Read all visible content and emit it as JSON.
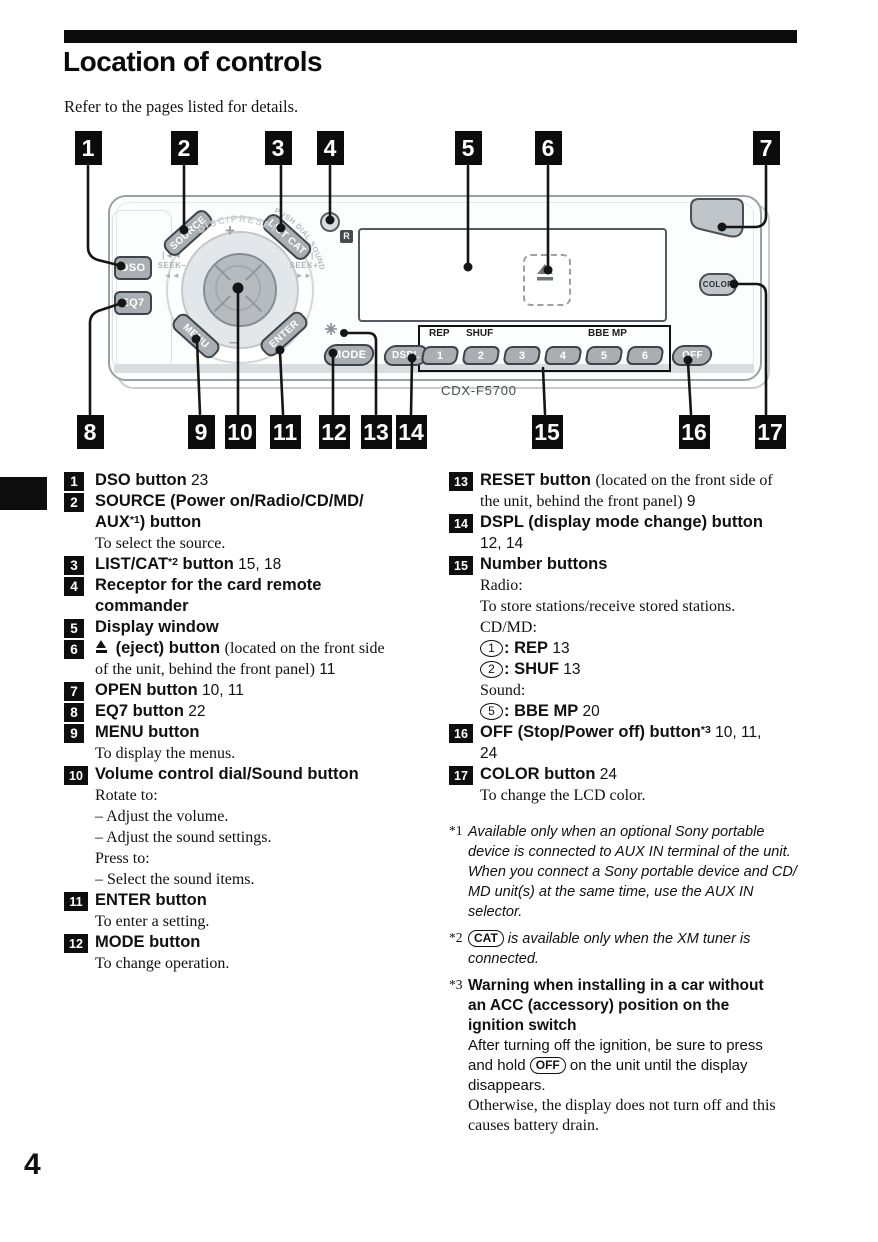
{
  "header": {
    "title": "Location of controls",
    "intro": "Refer to the pages listed for details."
  },
  "device": {
    "model": "CDX-F5700",
    "buttons": {
      "dso": "DSO",
      "eq7": "EQ7",
      "source": "SOURCE",
      "list_cat": "LIST CAT",
      "menu": "MENU",
      "enter": "ENTER",
      "mode": "MODE",
      "dspl": "DSPL",
      "off": "OFF",
      "open": "OPEN",
      "color": "COLOR"
    },
    "dial": {
      "plus": "+",
      "minus": "–",
      "arc_top": "DISC/PRESET",
      "arc_right": "PUSH  DIAL  SOUND",
      "seek_left_top": "|◄◄",
      "seek_left": "SEEK–",
      "seek_left_bottom": "◄◄",
      "seek_right_top": "►►|",
      "seek_right": "SEEK+",
      "seek_right_bottom": "►►"
    },
    "number_buttons": [
      "1",
      "2",
      "3",
      "4",
      "5",
      "6"
    ],
    "number_labels": {
      "rep": "REP",
      "shuf": "SHUF",
      "bbe": "BBE MP"
    },
    "remote_symbol": "R"
  },
  "callouts": {
    "top": [
      "1",
      "2",
      "3",
      "4",
      "5",
      "6",
      "7"
    ],
    "bottom": [
      "8",
      "9",
      "10",
      "11",
      "12",
      "13",
      "14",
      "15",
      "16",
      "17"
    ]
  },
  "items_left": [
    {
      "num": "1",
      "rows": [
        [
          [
            "b",
            "DSO button"
          ],
          [
            "n",
            "  23"
          ]
        ]
      ]
    },
    {
      "num": "2",
      "rows": [
        [
          [
            "b",
            "SOURCE (Power on/Radio/CD/MD/"
          ]
        ],
        [
          [
            "b",
            "AUX"
          ],
          [
            "sup",
            "*1"
          ],
          [
            "b",
            ") button"
          ]
        ],
        [
          [
            "s",
            "To select the source."
          ]
        ]
      ]
    },
    {
      "num": "3",
      "rows": [
        [
          [
            "b",
            "LIST/CAT"
          ],
          [
            "sup",
            "*2"
          ],
          [
            "b",
            " button"
          ],
          [
            "n",
            "  15, 18"
          ]
        ]
      ]
    },
    {
      "num": "4",
      "rows": [
        [
          [
            "b",
            "Receptor for the card remote"
          ]
        ],
        [
          [
            "b",
            "commander"
          ]
        ]
      ]
    },
    {
      "num": "5",
      "rows": [
        [
          [
            "b",
            "Display window"
          ]
        ]
      ]
    },
    {
      "num": "6",
      "rows": [
        [
          [
            "ej",
            ""
          ],
          [
            "b",
            " (eject) button "
          ],
          [
            "s",
            "(located on the front side"
          ]
        ],
        [
          [
            "s",
            "of the unit, behind the front panel)"
          ],
          [
            "n",
            "  11"
          ]
        ]
      ]
    },
    {
      "num": "7",
      "rows": [
        [
          [
            "b",
            "OPEN button"
          ],
          [
            "n",
            "  10, 11"
          ]
        ]
      ]
    },
    {
      "num": "8",
      "rows": [
        [
          [
            "b",
            "EQ7 button"
          ],
          [
            "n",
            "  22"
          ]
        ]
      ]
    },
    {
      "num": "9",
      "rows": [
        [
          [
            "b",
            "MENU button"
          ]
        ],
        [
          [
            "s",
            "To display the menus."
          ]
        ]
      ]
    },
    {
      "num": "10",
      "rows": [
        [
          [
            "b",
            "Volume control dial/Sound button"
          ]
        ],
        [
          [
            "s",
            "Rotate to:"
          ]
        ],
        [
          [
            "s",
            "– Adjust the volume."
          ]
        ],
        [
          [
            "s",
            "– Adjust the sound settings."
          ]
        ],
        [
          [
            "s",
            "Press to:"
          ]
        ],
        [
          [
            "s",
            "– Select the sound items."
          ]
        ]
      ]
    },
    {
      "num": "11",
      "rows": [
        [
          [
            "b",
            "ENTER button"
          ]
        ],
        [
          [
            "s",
            "To enter a setting."
          ]
        ]
      ]
    },
    {
      "num": "12",
      "rows": [
        [
          [
            "b",
            "MODE button"
          ]
        ],
        [
          [
            "s",
            "To change operation."
          ]
        ]
      ]
    }
  ],
  "items_right": [
    {
      "num": "13",
      "rows": [
        [
          [
            "b",
            "RESET button "
          ],
          [
            "s",
            "(located on the front side of"
          ]
        ],
        [
          [
            "s",
            "the unit, behind the front panel)"
          ],
          [
            "n",
            "  9"
          ]
        ]
      ]
    },
    {
      "num": "14",
      "rows": [
        [
          [
            "b",
            "DSPL (display mode change) button"
          ]
        ],
        [
          [
            "n",
            "12, 14"
          ]
        ]
      ]
    },
    {
      "num": "15",
      "rows": [
        [
          [
            "b",
            "Number buttons"
          ]
        ],
        [
          [
            "s",
            "Radio:"
          ]
        ],
        [
          [
            "s",
            "To store stations/receive stored stations."
          ]
        ],
        [
          [
            "s",
            "CD/MD:"
          ]
        ],
        [
          [
            "circ",
            "1"
          ],
          [
            "b",
            ": REP"
          ],
          [
            "n",
            "  13"
          ]
        ],
        [
          [
            "circ",
            "2"
          ],
          [
            "b",
            ": SHUF"
          ],
          [
            "n",
            "  13"
          ]
        ],
        [
          [
            "s",
            "Sound:"
          ]
        ],
        [
          [
            "circ",
            "5"
          ],
          [
            "b",
            ": BBE MP"
          ],
          [
            "n",
            "  20"
          ]
        ]
      ]
    },
    {
      "num": "16",
      "rows": [
        [
          [
            "b",
            "OFF (Stop/Power off) button"
          ],
          [
            "sup",
            "*3"
          ],
          [
            "n",
            "  10, 11,"
          ]
        ],
        [
          [
            "n",
            "24"
          ]
        ]
      ]
    },
    {
      "num": "17",
      "rows": [
        [
          [
            "b",
            "COLOR button"
          ],
          [
            "n",
            "  24"
          ]
        ],
        [
          [
            "s",
            "To change the LCD color."
          ]
        ]
      ]
    }
  ],
  "footnotes": [
    {
      "marker": "*1",
      "rows": [
        [
          [
            "i",
            "Available only when an optional Sony portable"
          ]
        ],
        [
          [
            "i",
            "device is connected to AUX IN terminal of the unit."
          ]
        ],
        [
          [
            "i",
            "When you connect a Sony portable device and CD/"
          ]
        ],
        [
          [
            "i",
            "MD unit(s) at the same time, use the AUX IN"
          ]
        ],
        [
          [
            "i",
            "selector."
          ]
        ]
      ]
    },
    {
      "marker": "*2",
      "rows": [
        [
          [
            "pill",
            "CAT"
          ],
          [
            "i",
            "  is available only when the XM tuner is"
          ]
        ],
        [
          [
            "i",
            "connected."
          ]
        ]
      ]
    },
    {
      "marker": "*3",
      "rows": [
        [
          [
            "bb",
            "Warning when installing in a car without"
          ]
        ],
        [
          [
            "bb",
            "an ACC (accessory) position on the"
          ]
        ],
        [
          [
            "bb",
            "ignition switch"
          ]
        ],
        [
          [
            "n2",
            "After turning off the ignition, be sure to press"
          ]
        ],
        [
          [
            "n2",
            "and hold "
          ],
          [
            "pill",
            "OFF"
          ],
          [
            "n2",
            " on the unit until the display"
          ]
        ],
        [
          [
            "n2",
            "disappears."
          ]
        ],
        [
          [
            "s",
            "Otherwise, the display does not turn off and this"
          ]
        ],
        [
          [
            "s",
            "causes battery drain."
          ]
        ]
      ]
    }
  ],
  "page": {
    "number": "4"
  }
}
